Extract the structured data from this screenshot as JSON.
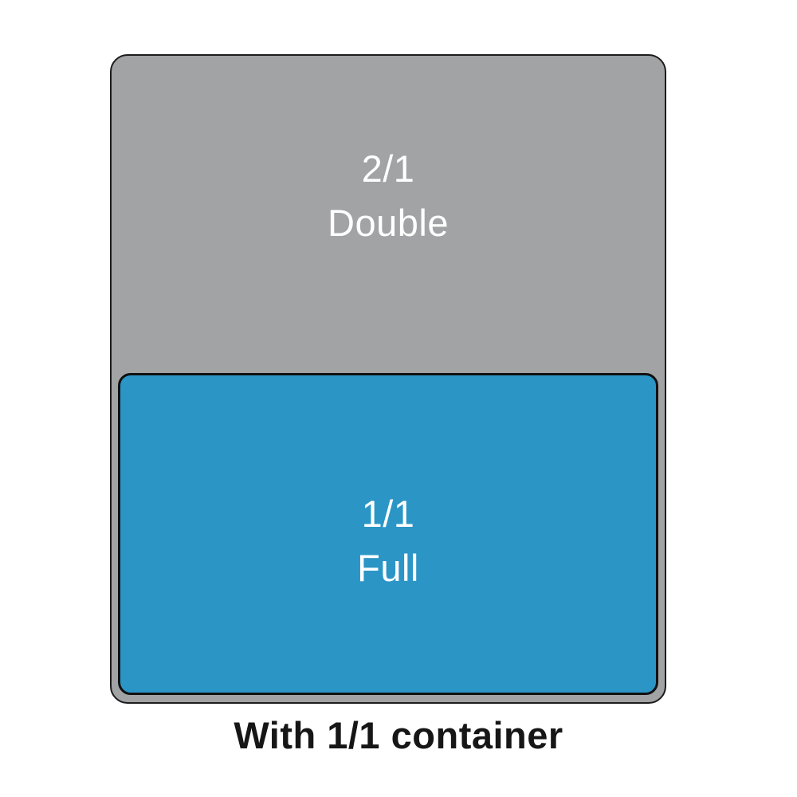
{
  "diagram": {
    "outer_pan": {
      "size_label": "2/1",
      "name_label": "Double",
      "fill_color": "#a2a3a5",
      "border_color": "#1c1c1c",
      "text_color": "#ffffff"
    },
    "inner_pan": {
      "size_label": "1/1",
      "name_label": "Full",
      "fill_color": "#2b95c6",
      "border_color": "#111111",
      "text_color": "#ffffff"
    },
    "caption": "With 1/1 container",
    "caption_color": "#161616",
    "background_color": "#ffffff"
  }
}
